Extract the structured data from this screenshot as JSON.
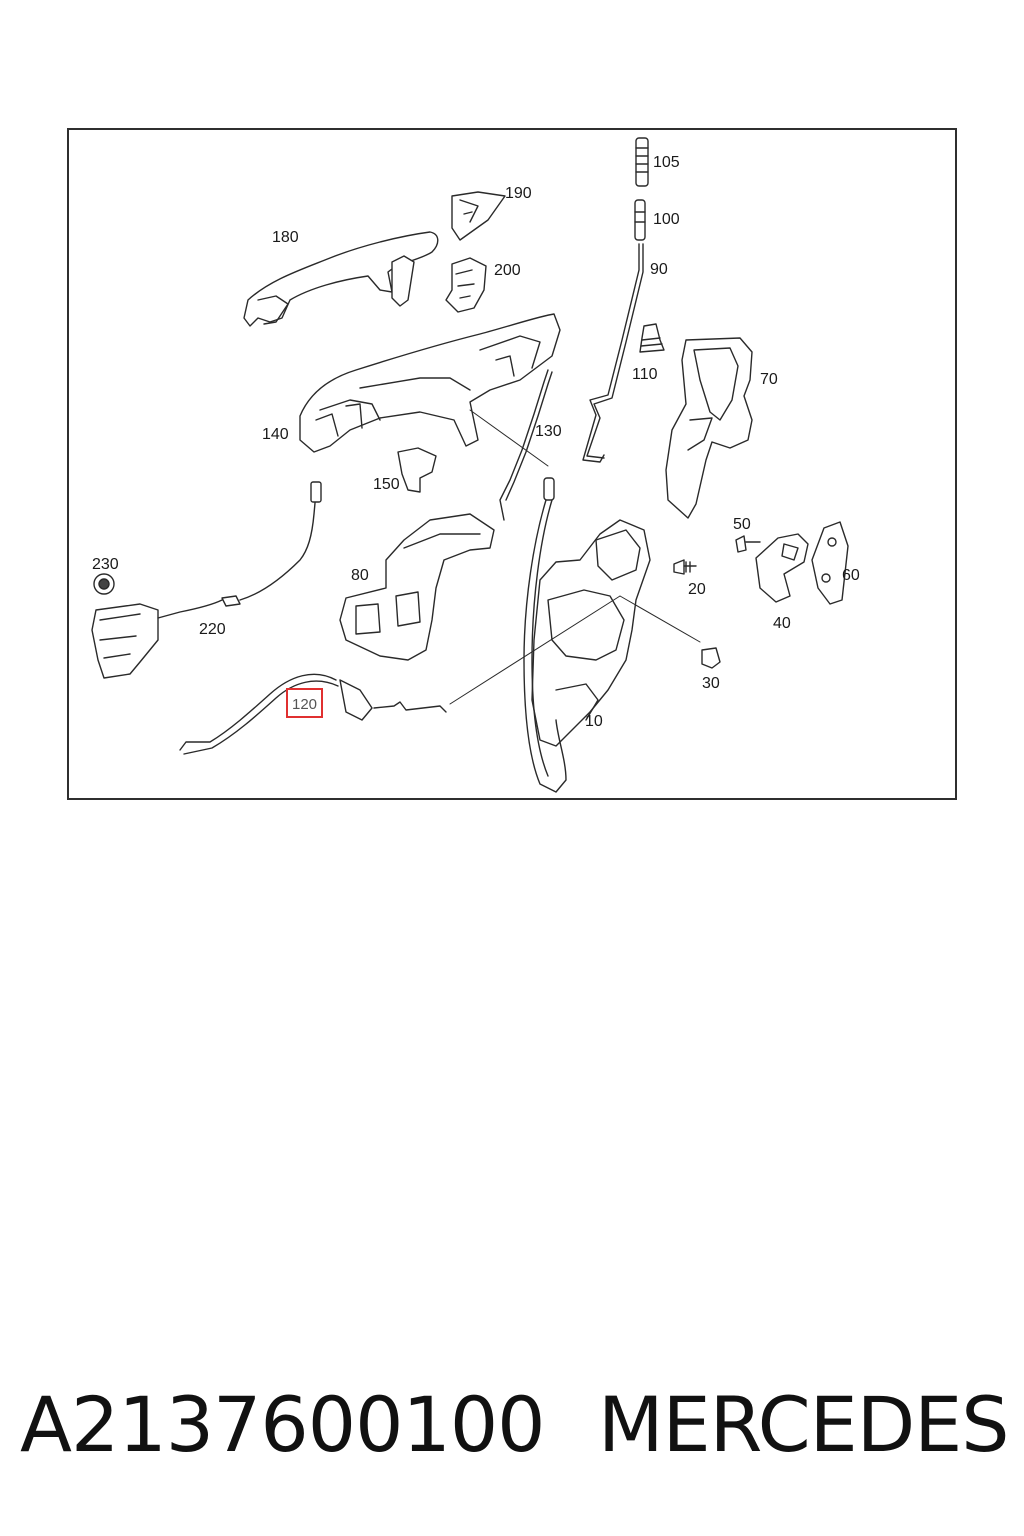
{
  "diagram": {
    "callouts": {
      "c105": "105",
      "c100": "100",
      "c90": "90",
      "c190": "190",
      "c180": "180",
      "c200": "200",
      "c110": "110",
      "c70": "70",
      "c140": "140",
      "c130": "130",
      "c150": "150",
      "c230": "230",
      "c80": "80",
      "c50": "50",
      "c60": "60",
      "c20": "20",
      "c220": "220",
      "c40": "40",
      "c30": "30",
      "c120": "120",
      "c10": "10"
    },
    "highlighted_callout": "120",
    "highlight_color": "#e03030"
  },
  "footer": {
    "part_number": "A2137600100",
    "brand": "MERCEDES"
  }
}
